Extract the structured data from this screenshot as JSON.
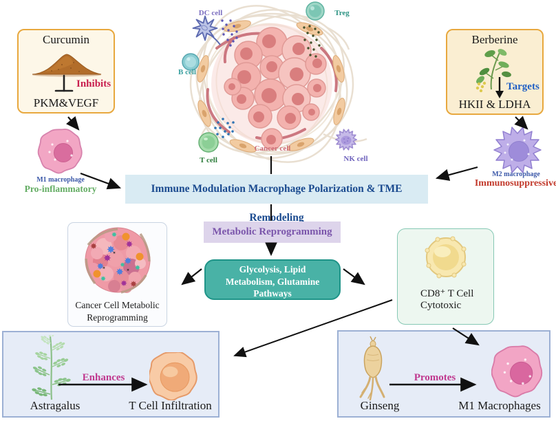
{
  "curcumin_panel": {
    "title": "Curcumin",
    "action_label": "Inhibits",
    "target_label": "PKM&VEGF",
    "icon": "turmeric-powder-icon"
  },
  "m1_macrophage": {
    "label": "M1 macrophage",
    "state": "Pro-inflammatory"
  },
  "berberine_panel": {
    "title": "Berberine",
    "action_label": "Targets",
    "target_label": "HKII & LDHA",
    "icon": "berberine-plant-icon"
  },
  "m2_macrophage": {
    "label": "M2 macrophage",
    "state": "Immunosuppressive"
  },
  "tme": {
    "labels": {
      "dc": "DC cell",
      "treg": "Treg",
      "b": "B cell",
      "t": "T cell",
      "cancer": "Cancer cell",
      "nk": "NK cell"
    }
  },
  "banner": {
    "text": "Immune Modulation Macrophage Polarization & TME Remodeling"
  },
  "metabolic": {
    "text": "Metabolic Reprogramming"
  },
  "pathways": {
    "lines": [
      "Glycolysis, Lipid",
      "Metabolism, Glutamine",
      "Pathways"
    ]
  },
  "cancer_reprogramming": {
    "lines": [
      "Cancer Cell Metabolic",
      "Reprogramming"
    ]
  },
  "cd8": {
    "lines": [
      "CD8⁺ T Cell",
      "Cytotoxic"
    ]
  },
  "astragalus_panel": {
    "plant_label": "Astragalus",
    "action_label": "Enhances",
    "result_label": "T Cell Infiltration"
  },
  "ginseng_panel": {
    "plant_label": "Ginseng",
    "action_label": "Promotes",
    "result_label": "M1 Macrophages"
  },
  "icons": {
    "inhibition_bar": "⊥ T-bar inhibition symbol",
    "down_arrow": "↓",
    "turmeric_powder": "brown powder pile",
    "berberine_plant": "green leafy sprig",
    "astragalus_plant": "fern-like green stem",
    "ginseng_root": "tan branched root",
    "tumor_sphere": "multicolor tumor sphere",
    "cd8_t_cell": "yellow round cell",
    "m1_macrophage": "pink blob cell",
    "m2_macrophage": "purple spiky cell",
    "t_cell": "orange blob cell"
  },
  "colors": {
    "inhibits_red": "#c81e4e",
    "targets_blue": "#1f5fc4",
    "action_magenta": "#c0398f",
    "pro_inflammatory_green": "#64ad64",
    "immunosuppressive_red": "#c23a2c",
    "macrophage_label_blue": "#3a57a8",
    "banner_bg": "#d9ebf3",
    "banner_text": "#1a4a8f",
    "metabolic_bg": "#ddd4eb",
    "metabolic_text": "#7b56ab",
    "pathway_box": "#49b2a6",
    "herb_border": "#e8a83e",
    "bottom_box_bg": "#e6ecf7",
    "bottom_box_border": "#9cb0d4",
    "dc_label": "#7c6fc0",
    "treg_label": "#2f9484",
    "b_label": "#3aa0a0",
    "t_label": "#2e7d3c",
    "cancer_label": "#cd6a75",
    "nk_label": "#6f63bd"
  }
}
